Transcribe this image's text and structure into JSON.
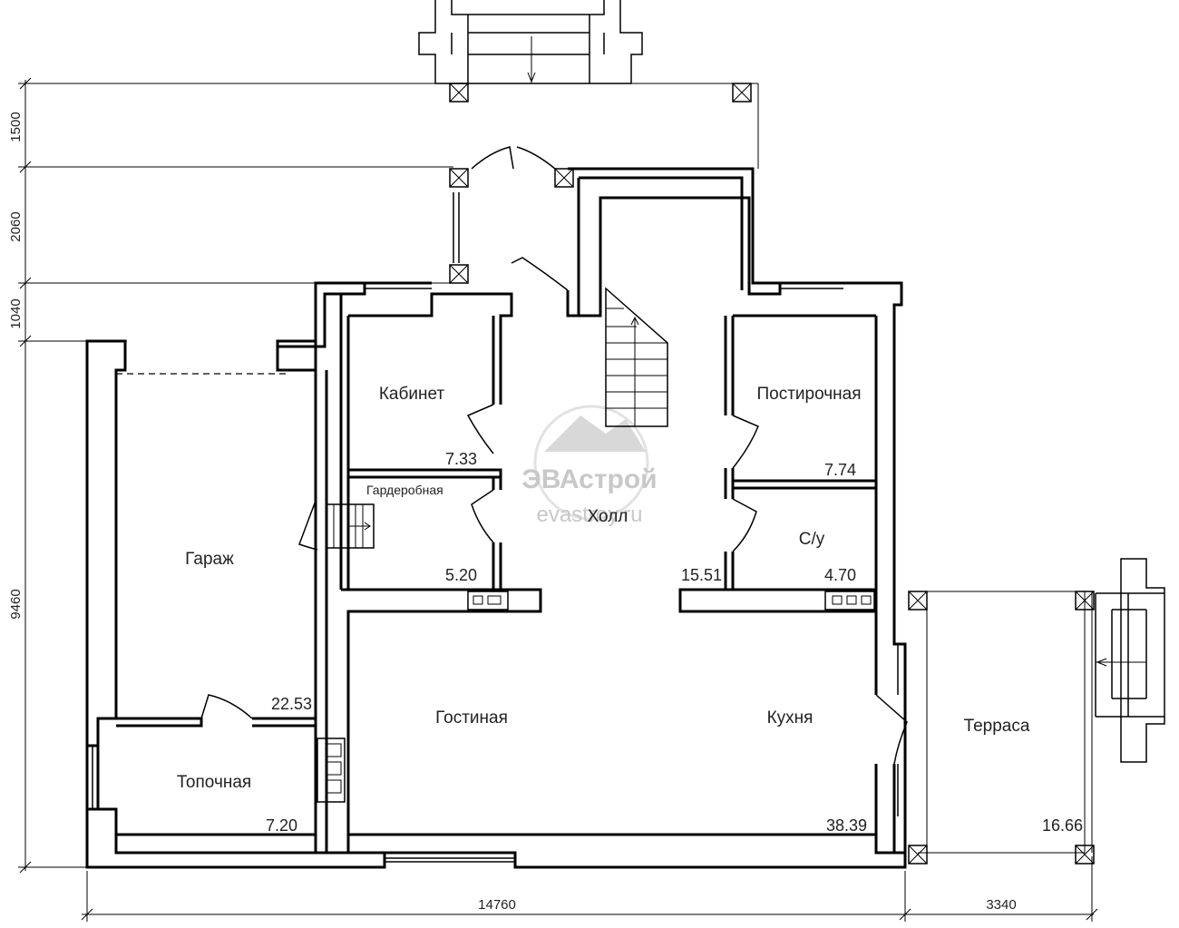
{
  "watermark": {
    "brand": "ЭВАстрой",
    "site": "evastroy.ru"
  },
  "rooms": [
    {
      "name": "Кабинет",
      "area": "7.33"
    },
    {
      "name": "Гардеробная",
      "area": "5.20"
    },
    {
      "name": "Холл",
      "area": "15.51"
    },
    {
      "name": "Постирочная",
      "area": "7.74"
    },
    {
      "name": "С/у",
      "area": "4.70"
    },
    {
      "name": "Гараж",
      "area": "22.53"
    },
    {
      "name": "Топочная",
      "area": "7.20"
    },
    {
      "name": "Гостиная",
      "area": ""
    },
    {
      "name": "Кухня",
      "area": "38.39"
    },
    {
      "name": "Терраса",
      "area": "16.66"
    }
  ],
  "dimensions": {
    "vertical": [
      "1500",
      "2060",
      "1040",
      "9460"
    ],
    "horizontal": [
      "14760",
      "3340"
    ]
  }
}
